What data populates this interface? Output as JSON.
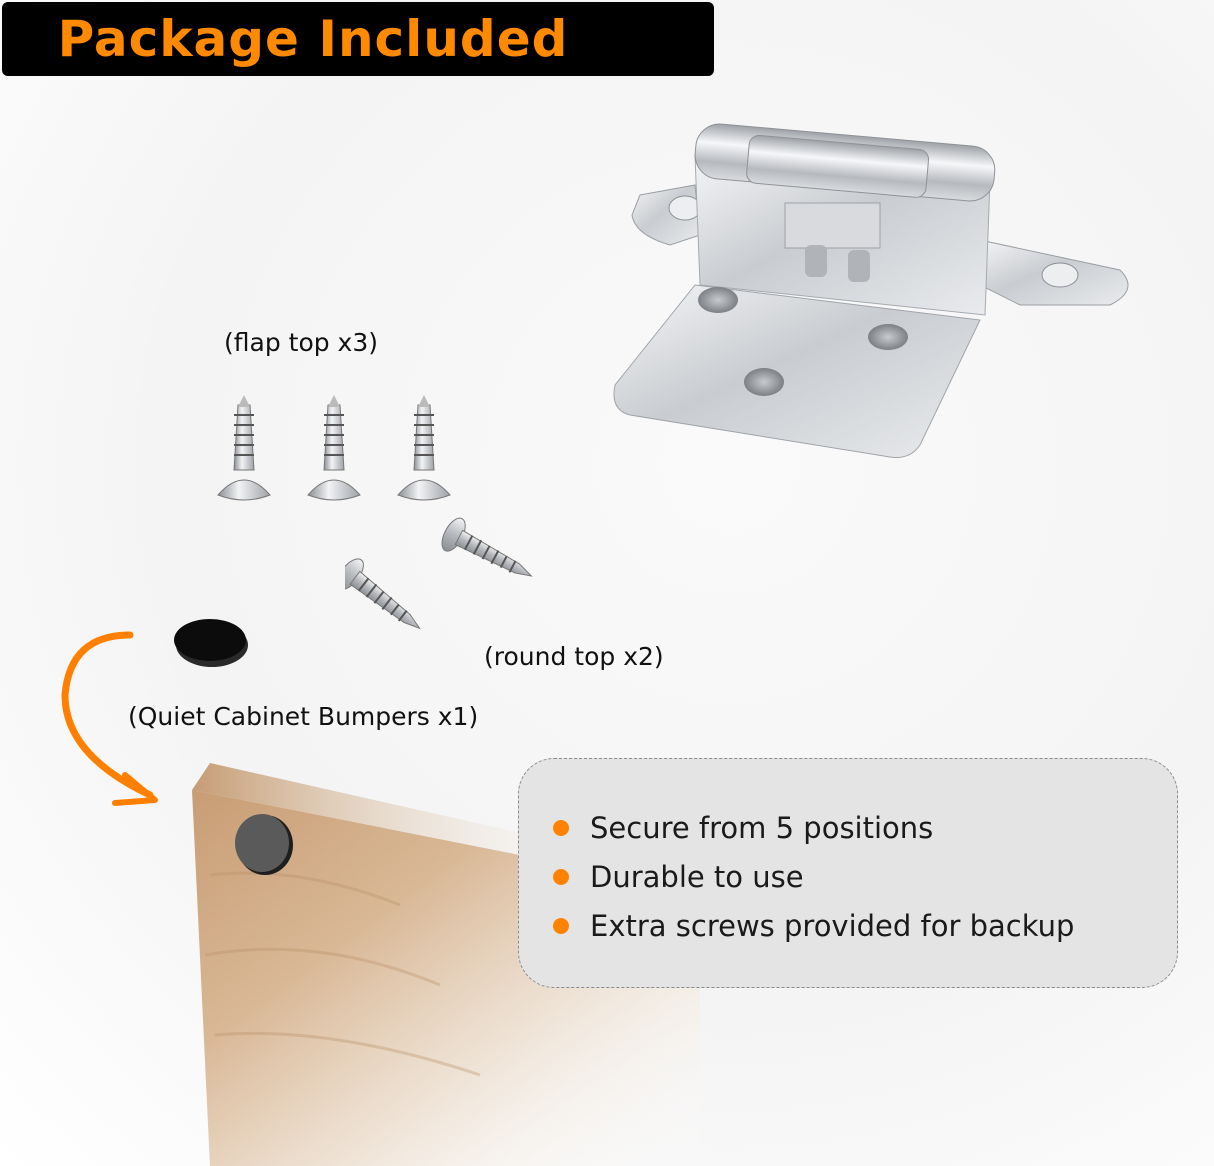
{
  "header": {
    "title": "Package Included"
  },
  "colors": {
    "accent": "#ff8a00",
    "bullet": "#ff8300",
    "title_bg": "#000000",
    "box_bg": "#e4e4e4",
    "wood": "#c9a07a"
  },
  "parts": {
    "hinge": {
      "icon": "cabinet-hinge-icon"
    },
    "flap_screws": {
      "label": "(flap top x3)",
      "count": 3,
      "icon": "flat-head-screw-icon"
    },
    "round_screws": {
      "label": "(round top x2)",
      "count": 2,
      "icon": "round-head-screw-icon"
    },
    "bumper": {
      "label": "(Quiet Cabinet Bumpers x1)",
      "count": 1,
      "icon": "bumper-pad-icon"
    }
  },
  "features": {
    "items": [
      {
        "text": "Secure from 5 positions"
      },
      {
        "text": "Durable to use"
      },
      {
        "text": "Extra screws provided for backup"
      }
    ]
  }
}
